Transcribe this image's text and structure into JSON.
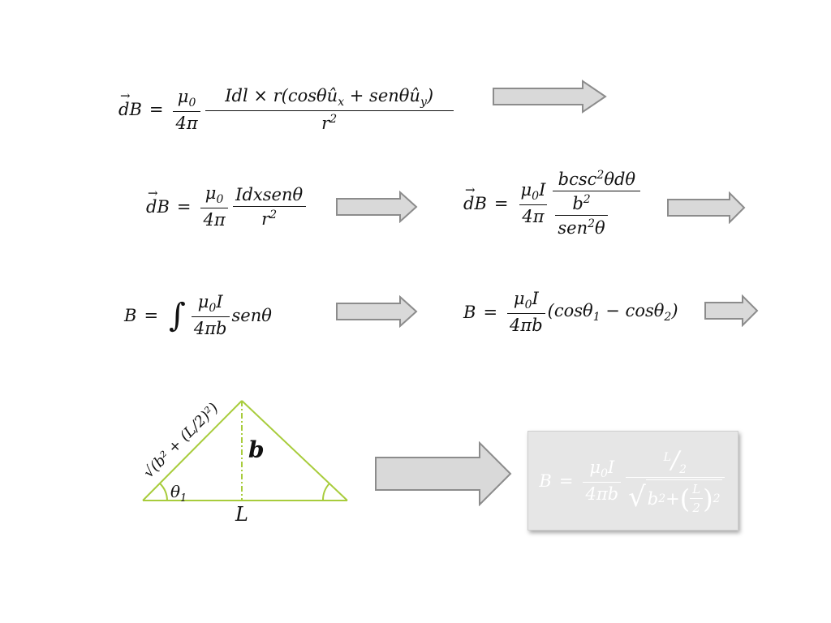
{
  "eq1": {
    "lhs": "dB",
    "eq": "=",
    "mu": "μ",
    "mu_sub": "0",
    "four_pi": "4π",
    "num_main": "Idl × r(cosθû",
    "sub_x": "x",
    "plus": " + senθû",
    "sub_y": "y",
    "close": ")",
    "den_r": "r",
    "sup2": "2"
  },
  "eq2": {
    "lhs": "dB",
    "eq": "=",
    "mu": "μ",
    "mu_sub": "0",
    "four_pi": "4π",
    "num": "Idxsenθ",
    "den_r": "r",
    "sup2": "2"
  },
  "eq3": {
    "lhs": "dB",
    "eq": "=",
    "mu": "μ",
    "mu_sub": "0",
    "i": "I",
    "four_pi": "4π",
    "num_a": "bcsc",
    "sup2": "2",
    "num_b": "θdθ",
    "den_b": "b",
    "den_sen": "sen",
    "den_theta": "θ"
  },
  "eq4": {
    "lhs": "B",
    "eq": "=",
    "integral": "∫",
    "mu": "μ",
    "mu_sub": "0",
    "i": "I",
    "four_pi_b": "4πb",
    "tail": "senθ"
  },
  "eq5": {
    "lhs": "B",
    "eq": "=",
    "mu": "μ",
    "mu_sub": "0",
    "i": "I",
    "four_pi_b": "4πb",
    "open": "(cosθ",
    "sub1": "1",
    "minus": " − cosθ",
    "sub2": "2",
    "close": ")"
  },
  "triangle": {
    "theta": "θ",
    "theta_sub": "1",
    "b_label": "b",
    "l_label": "L",
    "hyp_label": "√(b² + (L/2)²)",
    "line_color": "#a8cc3c"
  },
  "result": {
    "lhs": "B",
    "eq": "=",
    "mu": "μ",
    "mu_sub": "0",
    "i": "I",
    "four_pi_b": "4πb",
    "l_top": "L",
    "slash": "/",
    "two": "2",
    "rad": "√",
    "b": "b",
    "sup2": "2",
    "plus": " + ",
    "l": "L",
    "l_den": "2"
  },
  "colors": {
    "arrow_fill": "#d9d9d9",
    "arrow_stroke": "#8c8c8c",
    "result_bg": "#e6e6e6"
  }
}
